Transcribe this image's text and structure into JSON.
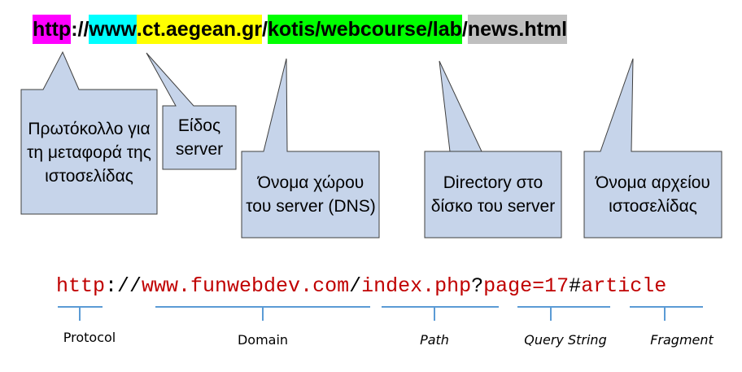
{
  "top_url": {
    "segments": [
      {
        "text": "http",
        "highlight": "#ff00ff"
      },
      {
        "text": "://",
        "highlight": ""
      },
      {
        "text": "www",
        "highlight": "#00ffff"
      },
      {
        "text": ".ct.aegean.gr",
        "highlight": "#ffff00"
      },
      {
        "text": "/",
        "highlight": ""
      },
      {
        "text": "kotis/webcourse/lab",
        "highlight": "#00ff00"
      },
      {
        "text": "/",
        "highlight": ""
      },
      {
        "text": "news.html",
        "highlight": "#bfbfbf"
      }
    ]
  },
  "callouts": {
    "protocol": "Πρωτόκολλο για τη μεταφορά της ιστοσελίδας",
    "server_type": "Είδος server",
    "dns_name": "Όνομα χώρου του server (DNS)",
    "directory": "Directory στο δίσκο του server",
    "file_name": "Όνομα αρχείου ιστοσελίδας"
  },
  "bottom_url": {
    "scheme": "http",
    "sep1": "://",
    "domain": "www.funwebdev.com",
    "sep2": "/",
    "path": "index.php",
    "qmark": "?",
    "query": "page=17",
    "hash": "#",
    "fragment": "article"
  },
  "labels": {
    "protocol": "Protocol",
    "domain": "Domain",
    "path": "Path",
    "query": "Query String",
    "fragment": "Fragment"
  },
  "colors": {
    "callout_fill": "#c6d4ea",
    "callout_stroke": "#3f3f3f",
    "url_red": "#c00000",
    "bracket_blue": "#5b9bd5"
  }
}
